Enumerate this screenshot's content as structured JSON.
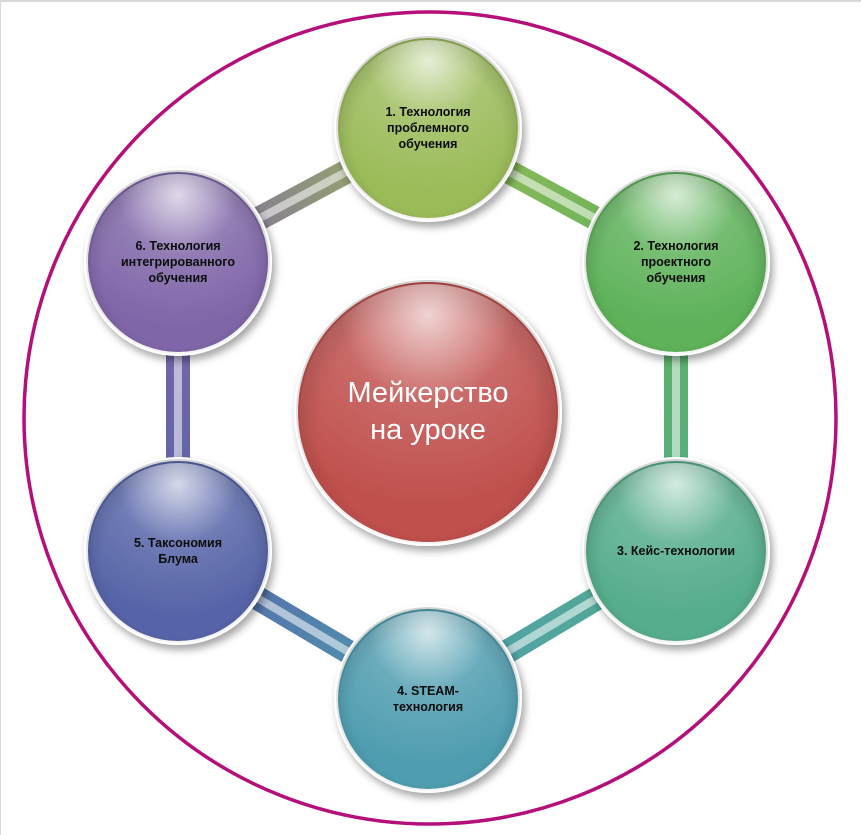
{
  "diagram": {
    "center": {
      "label": "Мейкерство\nна уроке",
      "color": "#c0504d"
    },
    "nodes": [
      {
        "id": "problem-learning",
        "label": "1. Технология\nпроблемного\nобучения",
        "color": "#9bbb59"
      },
      {
        "id": "project-learning",
        "label": "2. Технология\nпроектного\nобучения",
        "color": "#5eb25a"
      },
      {
        "id": "case-technologies",
        "label": "3. Кейс-технологии",
        "color": "#55ad8b"
      },
      {
        "id": "steam-technology",
        "label": "4. STEAM-\nтехнология",
        "color": "#4f9db0"
      },
      {
        "id": "bloom-taxonomy",
        "label": "5. Таксономия\nБлума",
        "color": "#5664a8"
      },
      {
        "id": "integrated-learning",
        "label": "6. Технология\nинтегрированного\nобучения",
        "color": "#7f66a8"
      }
    ],
    "outer_border_color": "#b5107a"
  }
}
